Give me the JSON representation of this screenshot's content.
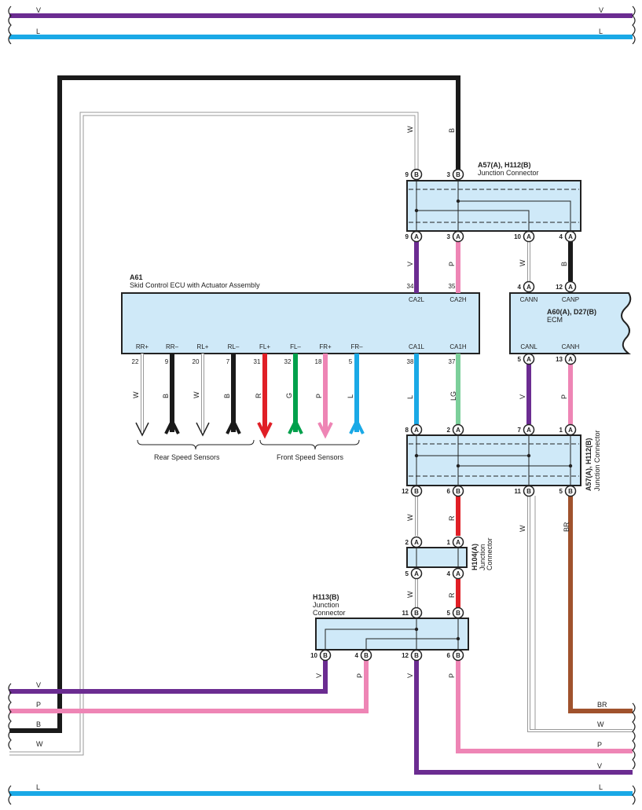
{
  "colors": {
    "V": "#6b2c91",
    "L": "#1aa9e6",
    "B": "#1a1a1a",
    "W": "#f4f4f4",
    "P": "#ee85b5",
    "R": "#e01f26",
    "G": "#00a04b",
    "LG": "#7ccf9a",
    "BR": "#a0522d",
    "box_fill": "#cfe9f8"
  },
  "bus_lines": {
    "top_v": "V",
    "top_l": "L",
    "bottom_v": "V",
    "bottom_p": "P",
    "bottom_b": "B",
    "bottom_w": "W",
    "bottom_l": "L",
    "right_br": "BR",
    "right_w": "W",
    "right_p": "P",
    "right_v": "V"
  },
  "components": {
    "jc_top": {
      "id": "A57(A), H112(B)",
      "name": "Junction Connector"
    },
    "ecu": {
      "id": "A61",
      "name": "Skid Control ECU with Actuator Assembly"
    },
    "ecm": {
      "id": "A60(A), D27(B)",
      "name": "ECM"
    },
    "jc_mid": {
      "id": "A57(A), H112(B)",
      "name": "Junction Connector"
    },
    "jc_h104": {
      "id": "H104(A)",
      "name": "Junction Connector"
    },
    "jc_h113": {
      "id": "H113(B)",
      "name": "Junction Connector"
    }
  },
  "jc_top_pins": {
    "t1": "9",
    "t2": "3",
    "b1": "9",
    "b2": "3",
    "b3": "10",
    "b4": "4",
    "tl1": "B",
    "tl2": "B",
    "bl1": "A",
    "bl2": "A",
    "bl3": "A",
    "bl4": "A"
  },
  "ecu_terms": {
    "ca2l": "CA2L",
    "ca2h": "CA2H",
    "ca2l_pin": "34",
    "ca2h_pin": "35",
    "ca1l": "CA1L",
    "ca1h": "CA1H",
    "ca1l_pin": "38",
    "ca1h_pin": "37",
    "rrp": "RR+",
    "rrm": "RR–",
    "rlp": "RL+",
    "rlm": "RL–",
    "flp": "FL+",
    "flm": "FL–",
    "frp": "FR+",
    "frm": "FR–",
    "rrp_pin": "22",
    "rrm_pin": "9",
    "rlp_pin": "20",
    "rlm_pin": "7",
    "flp_pin": "31",
    "flm_pin": "32",
    "frp_pin": "18",
    "frm_pin": "5"
  },
  "ecm_terms": {
    "cann": "CANN",
    "canp": "CANP",
    "canl": "CANL",
    "canh": "CANH",
    "cann_pin": "4",
    "canp_pin": "12",
    "canl_pin": "5",
    "canh_pin": "13",
    "cann_l": "A",
    "canp_l": "A",
    "canl_l": "A",
    "canh_l": "A"
  },
  "jc_mid_pins": {
    "t1": "8",
    "t2": "2",
    "t3": "7",
    "t4": "1",
    "b1": "12",
    "b2": "6",
    "b3": "11",
    "b4": "5",
    "tl": "A",
    "bl": "B"
  },
  "h104_pins": {
    "t1": "2",
    "t2": "1",
    "b1": "5",
    "b2": "4",
    "l": "A"
  },
  "h113_pins": {
    "t1": "11",
    "t2": "5",
    "b1": "10",
    "b2": "4",
    "b3": "12",
    "b4": "6",
    "l": "B"
  },
  "sensor_groups": {
    "rear": "Rear Speed Sensors",
    "front": "Front Speed Sensors"
  },
  "wire_labels": {
    "w_top": "W",
    "b_top": "B",
    "v_a": "V",
    "p_a": "P",
    "w_canl": "W",
    "b_canp": "B",
    "s_w1": "W",
    "s_b1": "B",
    "s_w2": "W",
    "s_b2": "B",
    "s_r": "R",
    "s_g": "G",
    "s_p": "P",
    "s_l": "L",
    "ca1l_w": "L",
    "ca1h_w": "LG",
    "canl_w": "V",
    "canh_w": "P",
    "mid_w": "W",
    "mid_r": "R",
    "mid_w2": "W",
    "mid_br": "BR",
    "low_w": "W",
    "low_r": "R",
    "h113_v1": "V",
    "h113_p1": "P",
    "h113_v2": "V",
    "h113_p2": "P"
  }
}
